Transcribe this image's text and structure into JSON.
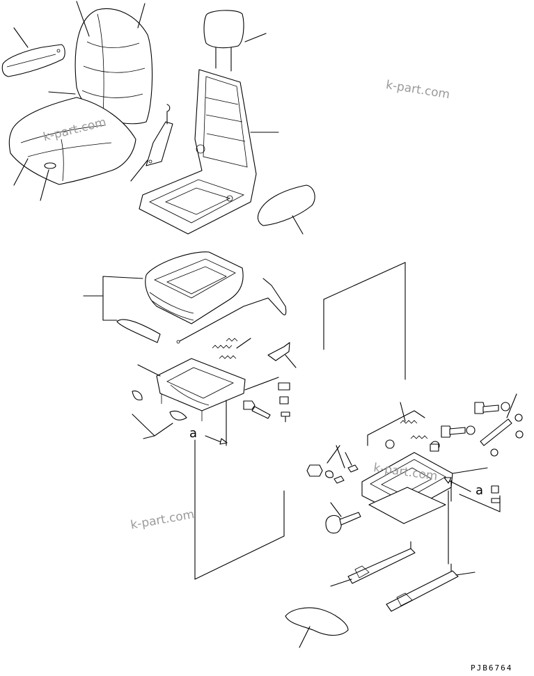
{
  "drawing": {
    "watermark": "k-part.com",
    "reference_code": "PJB6764",
    "callout_mark": "a"
  }
}
